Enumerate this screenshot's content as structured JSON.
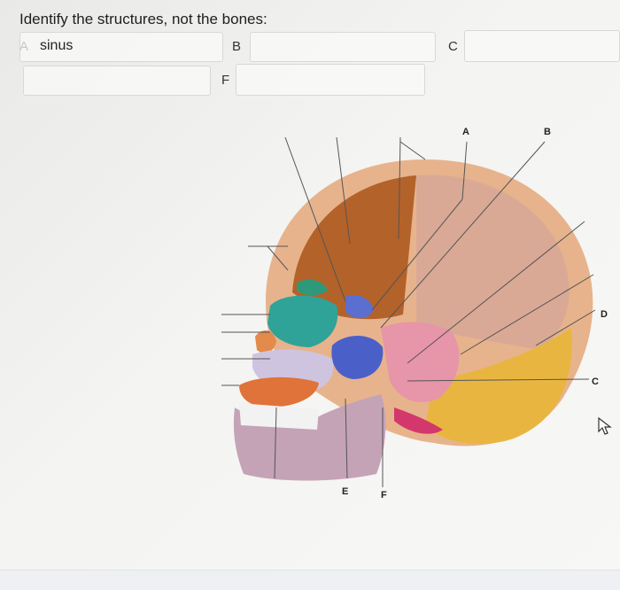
{
  "question": {
    "text": "Identify the structures, not the bones:"
  },
  "fields": [
    {
      "label": "A",
      "value": "sinus"
    },
    {
      "label": "B",
      "value": ""
    },
    {
      "label": "C",
      "value": ""
    },
    {
      "label": "F",
      "value": ""
    }
  ],
  "diagram": {
    "labels": [
      "A",
      "B",
      "C",
      "D",
      "E",
      "F"
    ]
  },
  "icons": {
    "cursor": "pointer-arrow-icon"
  }
}
